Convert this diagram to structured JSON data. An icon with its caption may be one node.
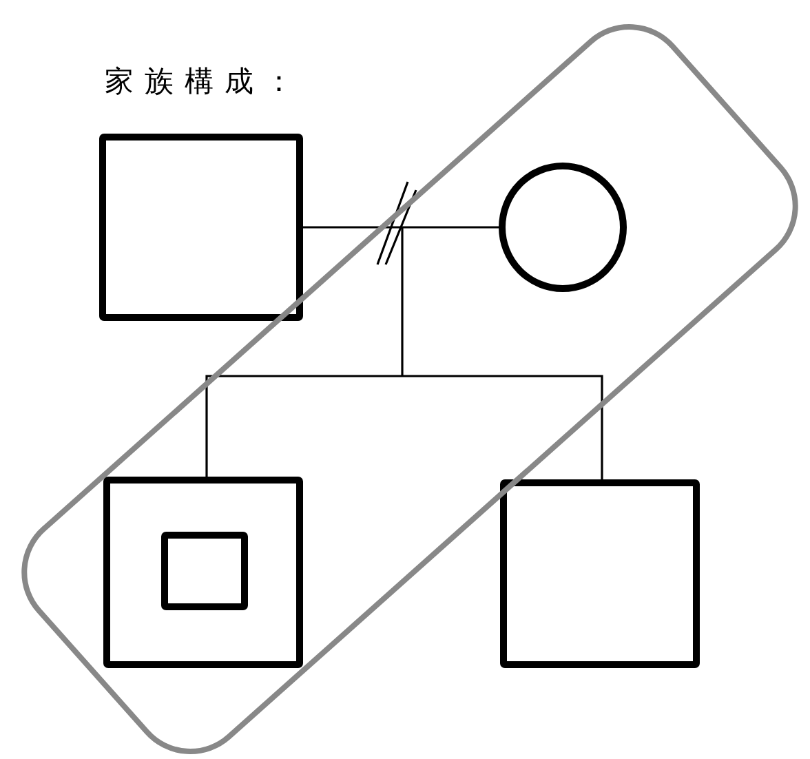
{
  "diagram": {
    "title": "家族構成：",
    "nodes": [
      {
        "text": [],
        "shape": "box"
      },
      {
        "text": [],
        "shape": "circle"
      },
      {
        "text": [],
        "shape": "box"
      },
      {
        "text": [],
        "shape": "box",
        "in": 2
      },
      {
        "text": [],
        "shape": "box"
      }
    ],
    "edges": [
      {
        "from": 0,
        "to": 1,
        "arrow": "none"
      },
      {
        "from": null,
        "to": 2,
        "arrow": "none"
      },
      {
        "from": null,
        "to": 4,
        "arrow": "none"
      }
    ]
  }
}
